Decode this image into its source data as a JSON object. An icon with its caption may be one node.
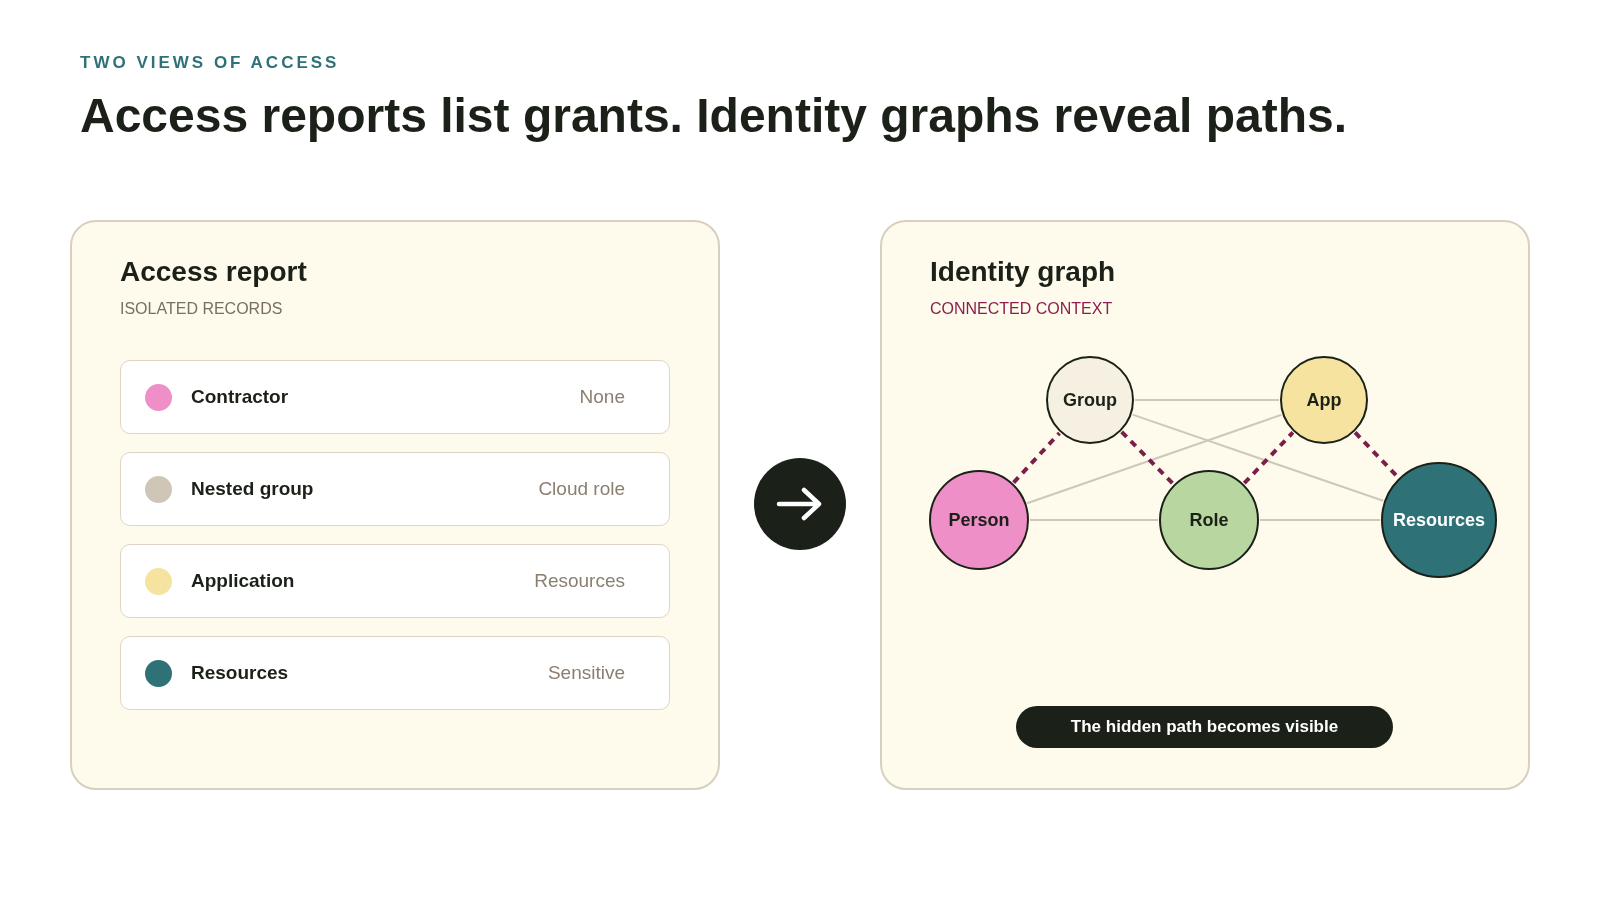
{
  "diagram": {
    "title": "Access reports list grants. Identity graphs reveal paths.",
    "labels": [
      "TWO VIEWS OF ACCESS"
    ],
    "nodes": [
      {
        "text": [
          "Access report",
          "ISOLATED RECORDS"
        ]
      },
      {
        "text": [
          "Contractor",
          "None"
        ],
        "in": 0
      },
      {
        "text": [
          "Nested group",
          "Cloud role"
        ],
        "in": 0
      },
      {
        "text": [
          "Application",
          "Resources"
        ],
        "in": 0
      },
      {
        "text": [
          "Resources",
          "Sensitive"
        ],
        "in": 0
      },
      {
        "text": [],
        "shape": "circle"
      },
      {
        "text": [
          "Identity graph",
          "CONNECTED CONTEXT"
        ]
      },
      {
        "text": [
          "Group"
        ],
        "in": 6
      },
      {
        "text": [
          "App"
        ],
        "in": 6
      },
      {
        "text": [
          "Person"
        ],
        "in": 6
      },
      {
        "text": [
          "Role"
        ],
        "in": 6
      },
      {
        "text": [
          "Resources"
        ],
        "in": 6
      },
      {
        "text": [
          "The hidden path becomes visible"
        ],
        "in": 6
      }
    ],
    "edges": [
      {
        "from": 7,
        "to": 8,
        "arrow": "none"
      },
      {
        "from": 7,
        "to": 11,
        "arrow": "none"
      },
      {
        "from": 8,
        "to": 9,
        "arrow": "none"
      },
      {
        "from": 9,
        "to": 10,
        "arrow": "none"
      },
      {
        "from": 10,
        "to": 11,
        "arrow": "none"
      },
      {
        "from": 9,
        "to": 7,
        "arrow": "none",
        "style": "dashed",
        "color": "#7a1f4a"
      },
      {
        "from": 7,
        "to": 10,
        "arrow": "none",
        "style": "dashed",
        "color": "#7a1f4a"
      },
      {
        "from": 10,
        "to": 8,
        "arrow": "none",
        "style": "dashed",
        "color": "#7a1f4a"
      },
      {
        "from": 8,
        "to": 11,
        "arrow": "none",
        "style": "dashed",
        "color": "#7a1f4a"
      }
    ]
  }
}
